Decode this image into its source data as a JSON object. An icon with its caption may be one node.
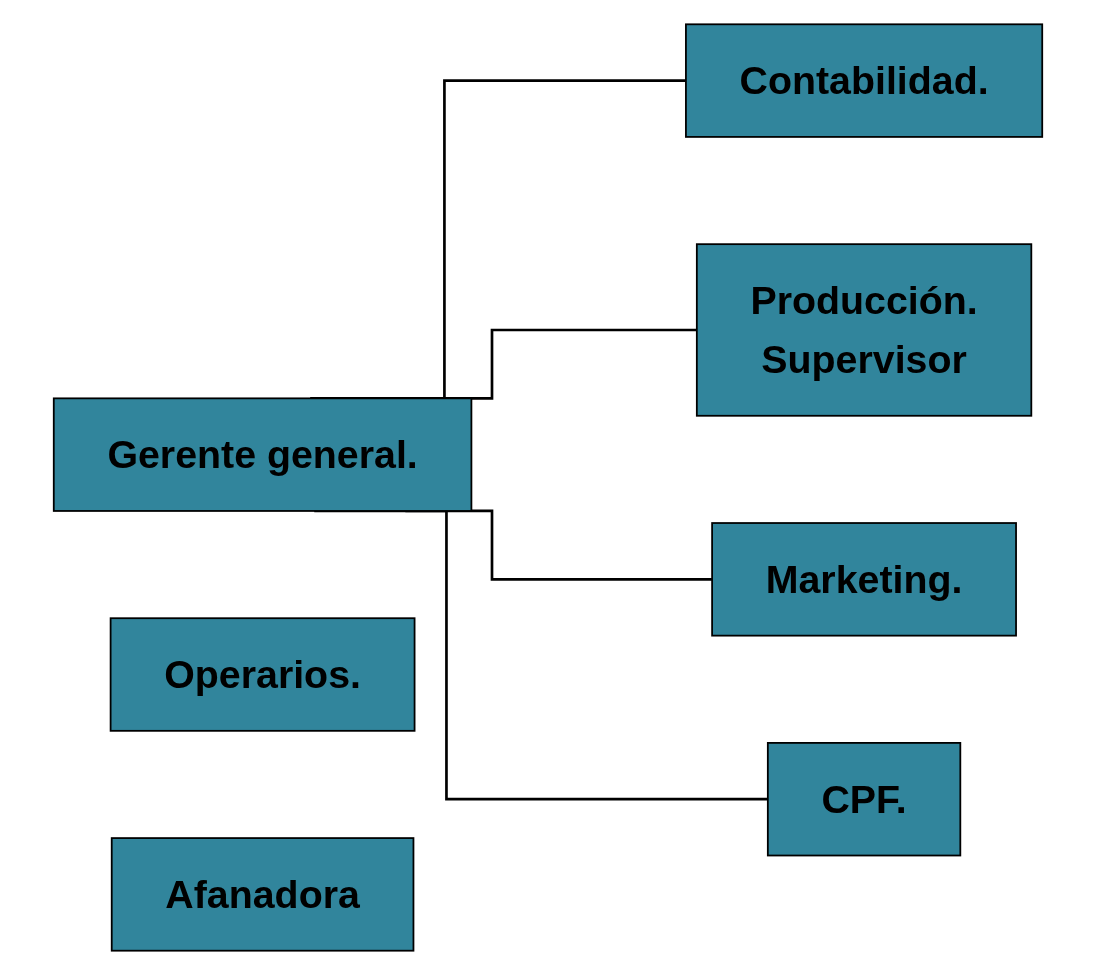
{
  "diagram": {
    "nodes": [
      {
        "text": [
          "Gerente general."
        ]
      },
      {
        "text": [
          "Contabilidad."
        ]
      },
      {
        "text": [
          "Producción.",
          "Supervisor"
        ]
      },
      {
        "text": [
          "Operarios."
        ]
      },
      {
        "text": [
          "Marketing."
        ]
      },
      {
        "text": [
          "CPF."
        ]
      },
      {
        "text": [
          "Afanadora"
        ]
      }
    ],
    "edges": [
      {
        "from": 0,
        "to": 1,
        "arrow": "none"
      },
      {
        "from": 0,
        "to": 2,
        "arrow": "none"
      },
      {
        "from": 0,
        "to": 4,
        "arrow": "none"
      },
      {
        "from": 0,
        "to": 5,
        "arrow": "none"
      }
    ]
  }
}
